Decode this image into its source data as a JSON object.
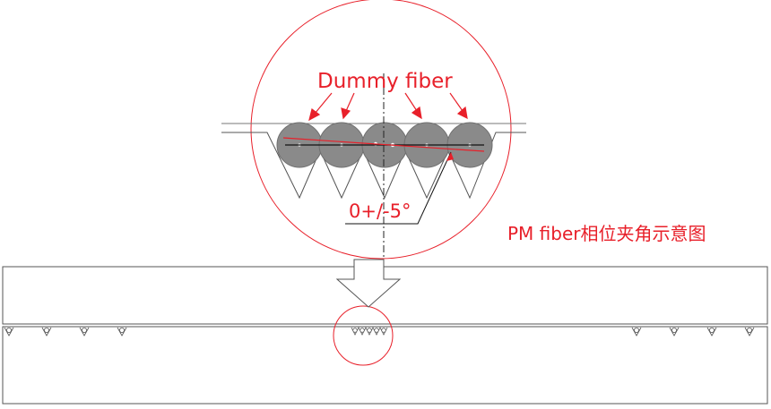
{
  "labels": {
    "dummy_fiber": "Dummy fiber",
    "angle": "0+/-5°",
    "caption": "PM fiber相位夹角示意图"
  },
  "colors": {
    "annotation": "#e8202a",
    "fiber_fill": "#8a8a8a",
    "line": "#555555",
    "background": "#ffffff"
  }
}
